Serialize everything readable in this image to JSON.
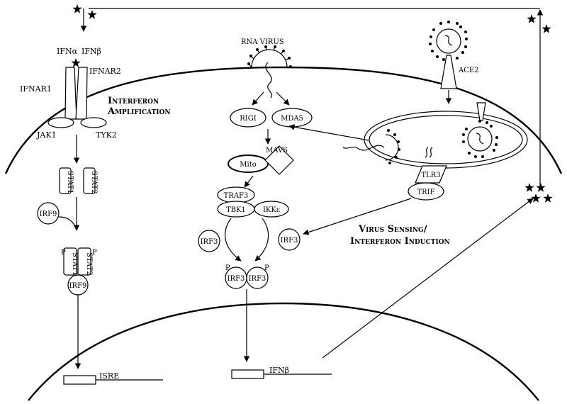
{
  "labels": {
    "ifn_alpha": "IFNα",
    "ifn_beta": "IFNβ",
    "ifnar1": "IFNAR1",
    "ifnar2": "IFNAR2",
    "jak1": "JAK1",
    "tyk2": "TYK2",
    "stat1": "STAT1",
    "stat2": "STAT2",
    "irf9": "IRF9",
    "p": "P",
    "isre": "ISRE",
    "interferon_amplification_1": "Interferon",
    "interferon_amplification_2": "Amplification",
    "rna_virus": "RNA VIRUS",
    "rigi": "RIGI",
    "mda5": "MDA5",
    "mavs": "MAVS",
    "mito": "Mito",
    "traf3": "TRAF3",
    "tbk1": "TBK1",
    "ikk": "IKKε",
    "irf3": "IRF3",
    "ifnb_gene": "IFNβ",
    "ace2": "ACE2",
    "tlr3": "TLR3",
    "trif": "TRIF",
    "virus_sensing_1": "Virus Sensing/",
    "virus_sensing_2": "Interferon Induction"
  },
  "colors": {
    "line": "#000000",
    "fill": "#ffffff"
  }
}
